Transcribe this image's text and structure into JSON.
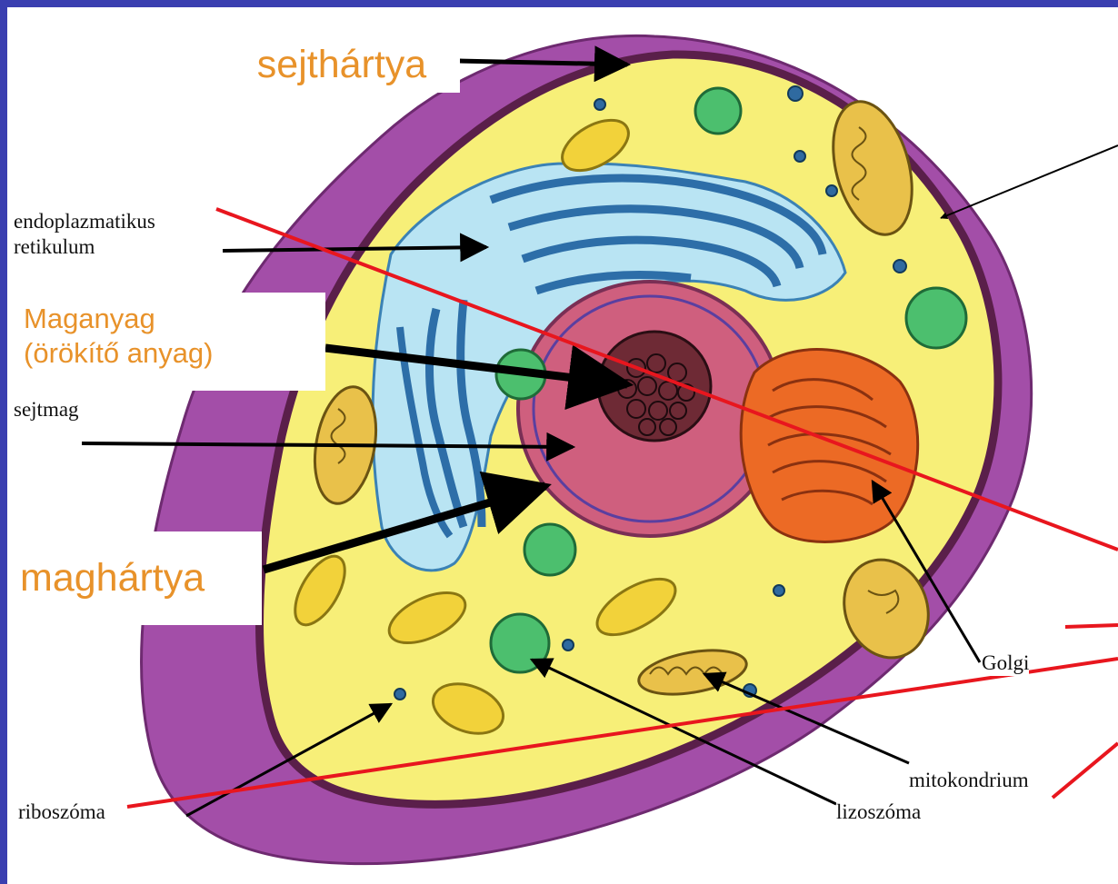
{
  "labels": {
    "sejthartya": "sejthártya",
    "er_line1": "endoplazmatikus",
    "er_line2": "retikulum",
    "maganyag_line1": "Maganyag",
    "maganyag_line2": "(örökítő anyag)",
    "sejtmag": "sejtmag",
    "maghartya": "maghártya",
    "golgi": "Golgi",
    "riboszoma": "riboszóma",
    "mitokondrium": "mitokondrium",
    "lizoszoma": "lizoszóma"
  },
  "colors": {
    "border_blue": "#3a3fb0",
    "cytoplasm": "#f7ef78",
    "membrane_purple": "#a34ea8",
    "nucleus": "#cf5f7e",
    "er_blue": "#5fa8d8",
    "golgi_orange": "#ec6a25",
    "lysosome_green": "#4cbf6e",
    "mito_yellow": "#e9c14a",
    "highlight_label": "#e8922a",
    "annotation_red": "#e8161e"
  }
}
